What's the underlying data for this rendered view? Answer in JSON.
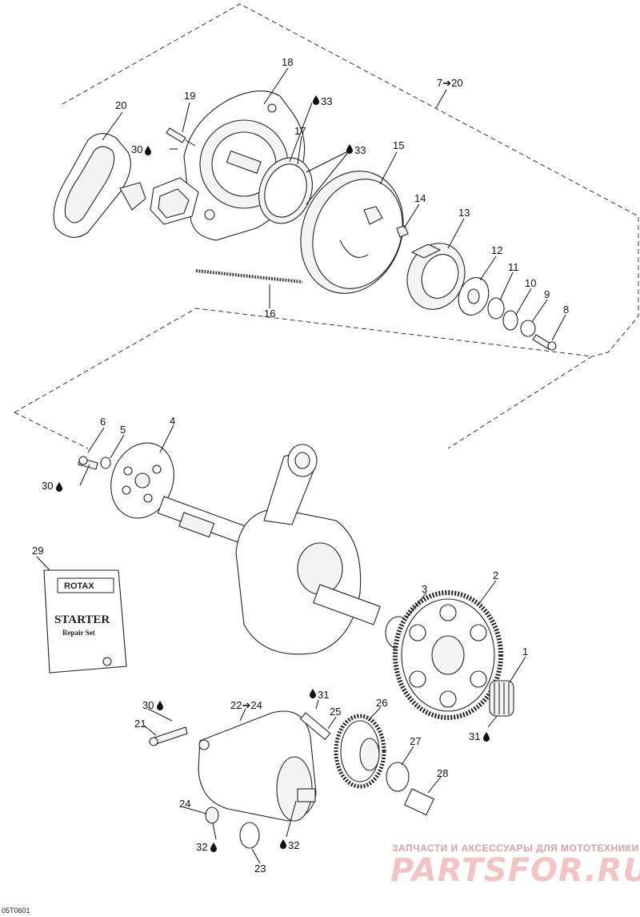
{
  "diagram": {
    "reference_code": "05T0601",
    "callouts": {
      "c1": "1",
      "c2": "2",
      "c3": "3",
      "c4": "4",
      "c5": "5",
      "c6": "6",
      "c7_20": "7➔20",
      "c8": "8",
      "c9": "9",
      "c10": "10",
      "c11": "11",
      "c12": "12",
      "c13": "13",
      "c14": "14",
      "c15": "15",
      "c16": "16",
      "c17": "17",
      "c18": "18",
      "c19": "19",
      "c20": "20",
      "c21": "21",
      "c22_24": "22➔24",
      "c23": "23",
      "c24": "24",
      "c25": "25",
      "c26": "26",
      "c27": "27",
      "c28": "28",
      "c29": "29"
    },
    "lube_marks": {
      "m30_a": "30",
      "m33_a": "33",
      "m33_b": "33",
      "m30_b": "30",
      "m30_c": "30",
      "m31_a": "31",
      "m31_b": "31",
      "m32_a": "32",
      "m32_b": "32"
    },
    "booklet": {
      "brand": "ROTAX",
      "title": "STARTER",
      "subtitle": "Repair Set"
    }
  },
  "watermark": {
    "line1": "ЗАПЧАСТИ И АКСЕССУАРЫ ДЛЯ МОТОТЕХНИКИ",
    "line2": "PARTSFOR.RU"
  }
}
